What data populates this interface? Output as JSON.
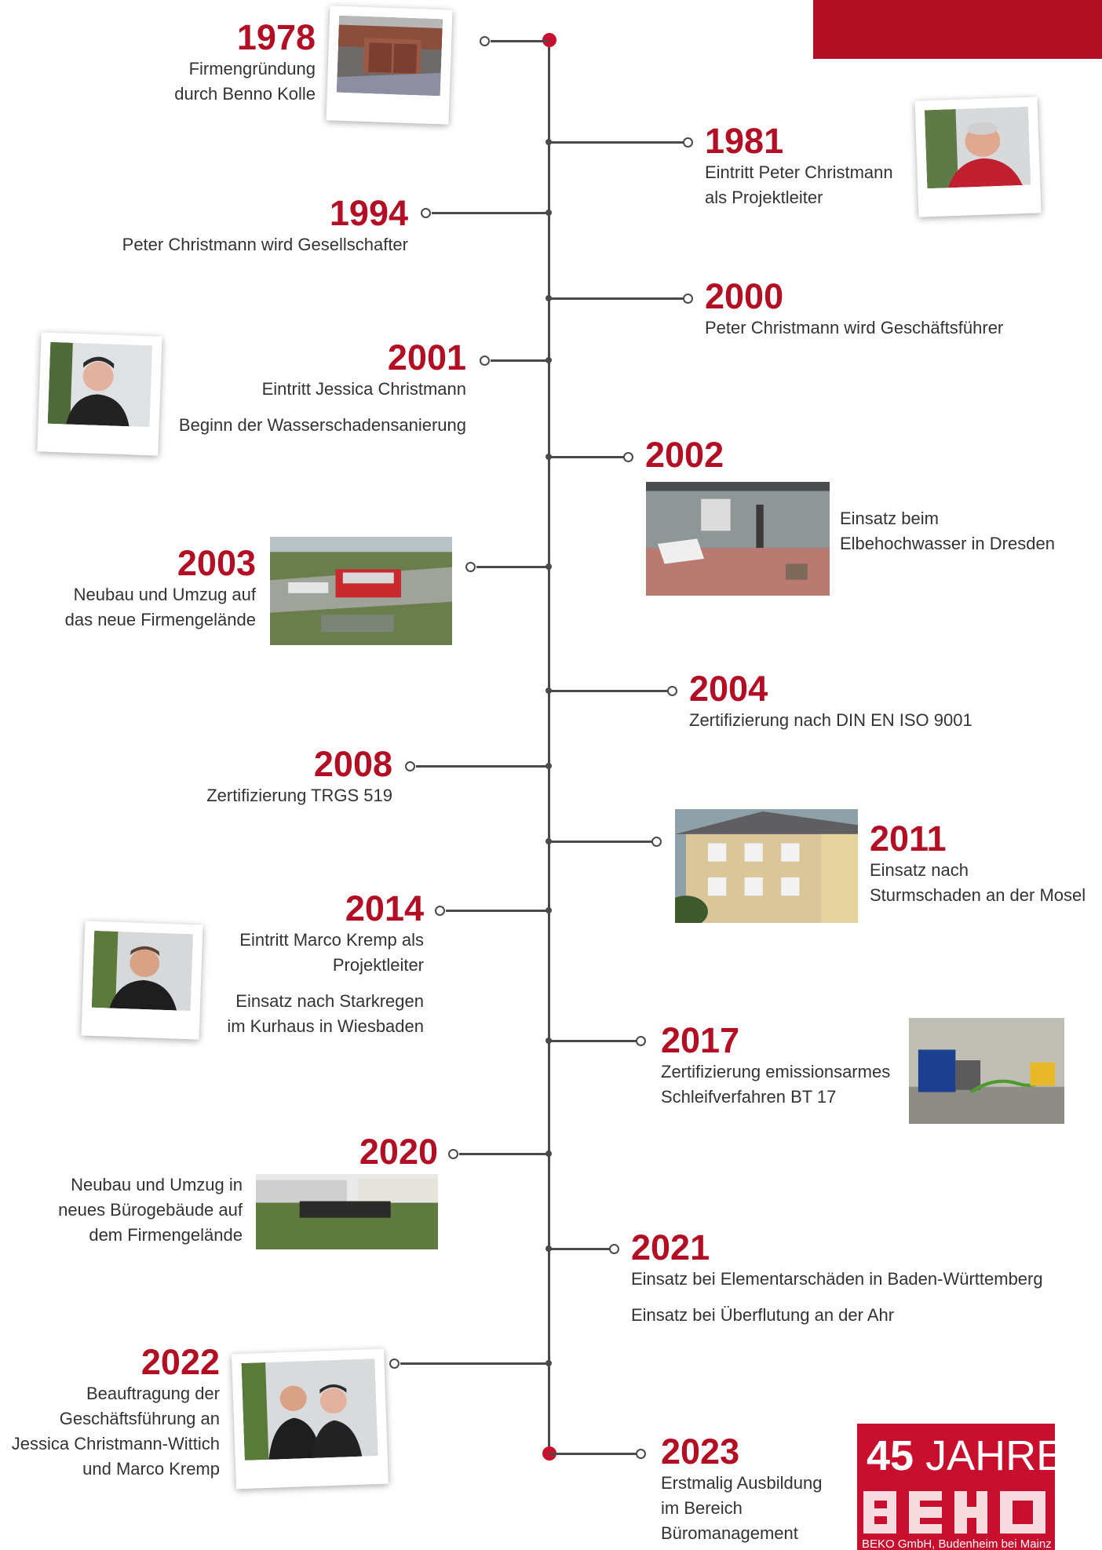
{
  "colors": {
    "accent": "#b30f24",
    "line": "#4a4a4a",
    "text": "#333333"
  },
  "timeline": [
    {
      "year": "1978",
      "lines": [
        "Firmengründung",
        "durch Benno Kolle"
      ],
      "photo": "garage-photo"
    },
    {
      "year": "1981",
      "lines": [
        "Eintritt Peter Christmann",
        "als Projektleiter"
      ],
      "photo": "portrait-photo"
    },
    {
      "year": "1994",
      "lines": [
        "Peter Christmann wird Gesellschafter"
      ]
    },
    {
      "year": "2000",
      "lines": [
        "Peter Christmann wird Geschäftsführer"
      ]
    },
    {
      "year": "2001",
      "lines": [
        "Eintritt Jessica Christmann"
      ],
      "extra": "Beginn der Wasserschadensanierung",
      "photo": "portrait-photo"
    },
    {
      "year": "2002",
      "lines": [
        "Einsatz beim",
        "Elbehochwasser in Dresden"
      ],
      "photo": "flooded-room-photo"
    },
    {
      "year": "2003",
      "lines": [
        "Neubau und Umzug auf",
        "das neue Firmengelände"
      ],
      "photo": "aerial-photo"
    },
    {
      "year": "2004",
      "lines": [
        "Zertifizierung nach DIN EN ISO 9001"
      ]
    },
    {
      "year": "2008",
      "lines": [
        "Zertifizierung TRGS 519"
      ]
    },
    {
      "year": "2011",
      "lines": [
        "Einsatz nach",
        "Sturmschaden an der Mosel"
      ],
      "photo": "house-photo"
    },
    {
      "year": "2014",
      "lines": [
        "Eintritt Marco Kremp als",
        "Projektleiter"
      ],
      "extra_lines": [
        "Einsatz nach Starkregen",
        "im Kurhaus in Wiesbaden"
      ],
      "photo": "portrait-photo"
    },
    {
      "year": "2017",
      "lines": [
        "Zertifizierung emissionsarmes",
        "Schleifverfahren BT 17"
      ],
      "photo": "machines-photo"
    },
    {
      "year": "2020",
      "lines": [
        "Neubau und Umzug in",
        "neues Bürogebäude auf",
        "dem Firmengelände"
      ],
      "photo": "group-photo"
    },
    {
      "year": "2021",
      "lines": [
        "Einsatz bei Elementarschäden in Baden-Württemberg"
      ],
      "extra": "Einsatz bei Überflutung an der Ahr"
    },
    {
      "year": "2022",
      "lines": [
        "Beauftragung der",
        "Geschäftsführung an",
        "Jessica Christmann-Wittich",
        "und Marco Kremp"
      ],
      "photo": "duo-portrait-photo"
    },
    {
      "year": "2023",
      "lines": [
        "Erstmalig Ausbildung",
        "im Bereich",
        "Büromanagement"
      ]
    }
  ],
  "badge": {
    "number": "45",
    "word": "JAHRE",
    "subtitle": "BEKO GmbH, Budenheim bei Mainz",
    "logo_text": "BEKO",
    "icon": "anniversary-badge"
  }
}
